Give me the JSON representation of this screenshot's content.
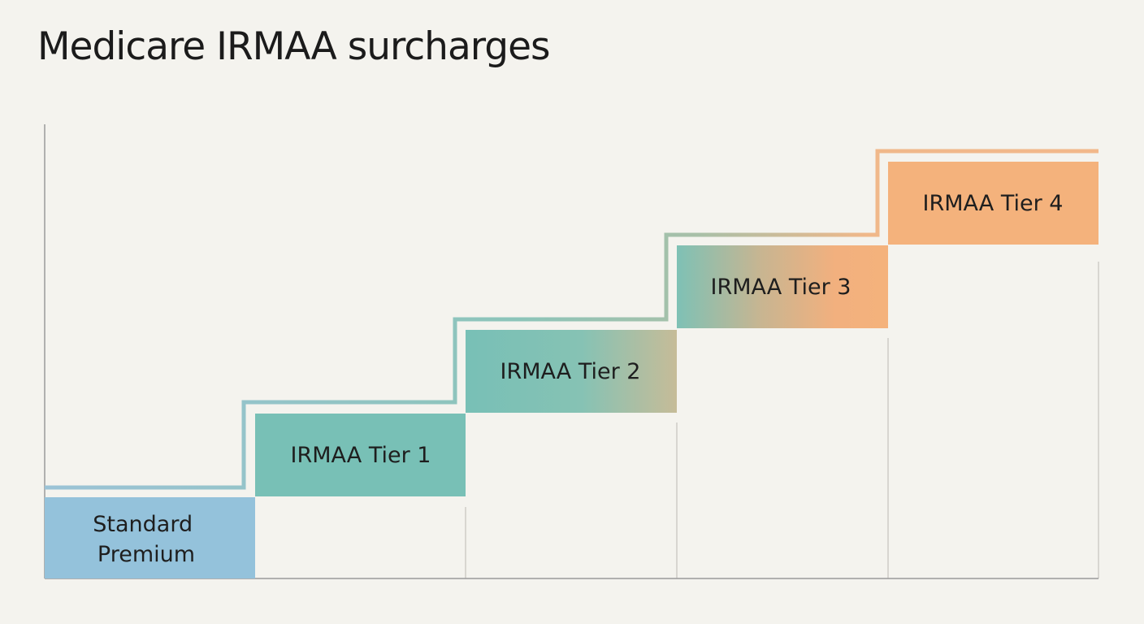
{
  "title": "Medicare IRMAA surcharges",
  "steps": [
    {
      "label_lines": [
        "Standard",
        "Premium"
      ]
    },
    {
      "label_lines": [
        "IRMAA Tier 1"
      ]
    },
    {
      "label_lines": [
        "IRMAA Tier 2"
      ]
    },
    {
      "label_lines": [
        "IRMAA Tier 3"
      ]
    },
    {
      "label_lines": [
        "IRMAA Tier 4"
      ]
    }
  ],
  "colors": {
    "background": "#f4f3ee",
    "axis": "#9a9a9a",
    "grid": "#cfcdc7",
    "standard": "#94c2db",
    "teal": "#78c0b6",
    "orange": "#f4b27c",
    "outline_blue": "#9bc3d6",
    "outline_teal": "#8cc4b9",
    "outline_orange": "#f2b88a"
  }
}
